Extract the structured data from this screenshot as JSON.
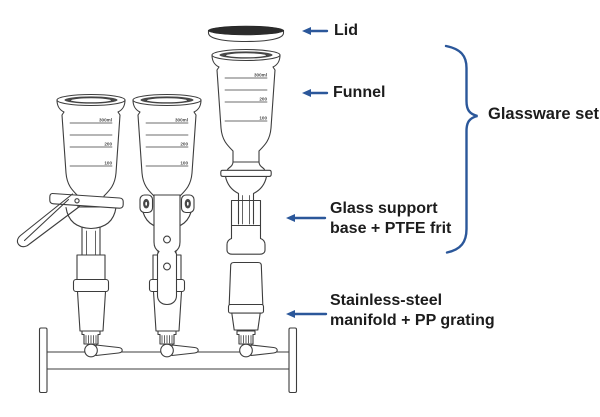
{
  "diagram": {
    "colors": {
      "annotation": "#2b579a",
      "line": "#3d3d3d",
      "lid": "#2b2b2b",
      "label": "#1c1c1c"
    },
    "callouts": {
      "lid": {
        "label": "Lid"
      },
      "funnel": {
        "label": "Funnel"
      },
      "glassware_set": {
        "label": "Glassware set"
      },
      "support_base": {
        "lines": [
          "Glass support",
          "base + PTFE frit"
        ]
      },
      "manifold": {
        "lines": [
          "Stainless-steel",
          "manifold + PP grating"
        ]
      }
    },
    "graduations": [
      "300ml",
      "200",
      "100"
    ]
  }
}
